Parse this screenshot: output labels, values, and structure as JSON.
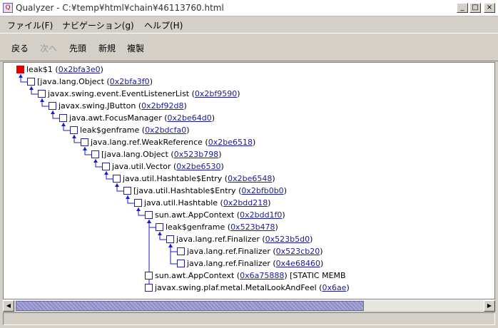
{
  "window": {
    "title": "Qualyzer - C:¥temp¥html¥chain¥46113760.html",
    "app_icon": "Q",
    "minimize": "_",
    "maximize": "□",
    "close": "×"
  },
  "menu": [
    {
      "label": "ファイル(F)"
    },
    {
      "label": "ナビゲーション(g)"
    },
    {
      "label": "ヘルプ(H)"
    }
  ],
  "toolbar": {
    "back": "戻る",
    "next": "次へ",
    "first": "先頭",
    "new": "新規",
    "duplicate": "複製"
  },
  "tree": [
    {
      "label": "leak$1",
      "addr": "0x2bfa3e0",
      "tail": "",
      "root": true
    },
    {
      "label": "[java.lang.Object",
      "addr": "0x2bfa3f0",
      "tail": ""
    },
    {
      "label": "javax.swing.event.EventListenerList",
      "addr": "0x2bf9590",
      "tail": ""
    },
    {
      "label": "javax.swing.JButton",
      "addr": "0x2bf92d8",
      "tail": ""
    },
    {
      "label": "java.awt.FocusManager",
      "addr": "0x2be64d0",
      "tail": ""
    },
    {
      "label": "leak$genframe",
      "addr": "0x2bdcfa0",
      "tail": ""
    },
    {
      "label": "java.lang.ref.WeakReference",
      "addr": "0x2be6518",
      "tail": ""
    },
    {
      "label": "[java.lang.Object",
      "addr": "0x523b798",
      "tail": ""
    },
    {
      "label": "java.util.Vector",
      "addr": "0x2be6530",
      "tail": ""
    },
    {
      "label": "java.util.Hashtable$Entry",
      "addr": "0x2be6548",
      "tail": ""
    },
    {
      "label": "[java.util.Hashtable$Entry",
      "addr": "0x2bfb0b0",
      "tail": ""
    },
    {
      "label": "java.util.Hashtable",
      "addr": "0x2bdd218",
      "tail": ""
    },
    {
      "label": "sun.awt.AppContext",
      "addr": "0x2bdd1f0",
      "tail": ""
    },
    {
      "label": "leak$genframe",
      "addr": "0x523b478",
      "tail": ""
    },
    {
      "label": "java.lang.ref.Finalizer",
      "addr": "0x523b5d0",
      "tail": ""
    },
    {
      "label": "java.lang.ref.Finalizer",
      "addr": "0x523cb20",
      "tail": ""
    },
    {
      "label": "java.lang.ref.Finalizer",
      "addr": "0x4e68460",
      "tail": ""
    },
    {
      "label": "sun.awt.AppContext",
      "addr": "0x6a75888",
      "tail": " [STATIC MEMB"
    },
    {
      "label": "javax.swing.plaf.metal.MetalLookAndFeel",
      "addr": "0x6ae",
      "tail": ""
    }
  ],
  "colors": {
    "tree_line": "#1a1ad0",
    "root_marker": "#e00000",
    "link": "#1a1a9a"
  }
}
